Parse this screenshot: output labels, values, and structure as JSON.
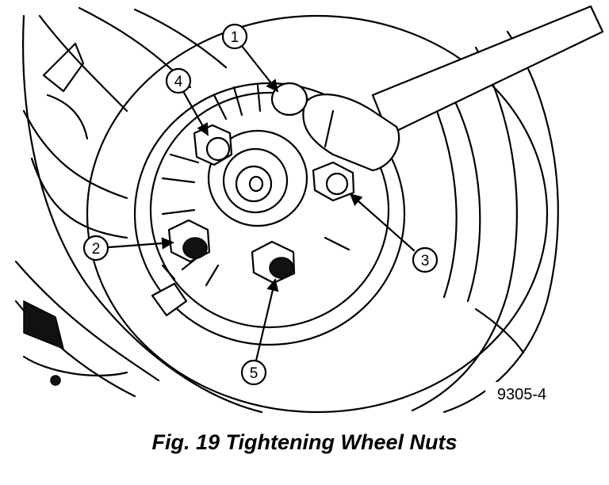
{
  "figure": {
    "code": "9305-4",
    "caption": "Fig. 19 Tightening Wheel Nuts"
  },
  "callouts": [
    {
      "id": "1",
      "label": "1"
    },
    {
      "id": "2",
      "label": "2"
    },
    {
      "id": "3",
      "label": "3"
    },
    {
      "id": "4",
      "label": "4"
    },
    {
      "id": "5",
      "label": "5"
    }
  ],
  "icons": [
    "wheel-icon",
    "torque-wrench-icon",
    "lug-nut-icon"
  ]
}
